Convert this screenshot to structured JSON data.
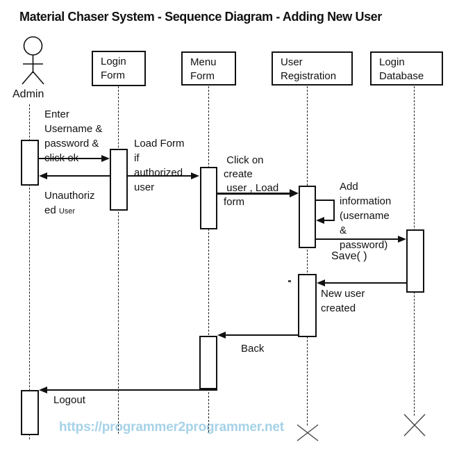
{
  "title": "Material Chaser System - Sequence Diagram - Adding New User",
  "actor": {
    "name": "Admin"
  },
  "lifelines": [
    {
      "id": "login-form",
      "label": "Login\nForm"
    },
    {
      "id": "menu-form",
      "label": "Menu\nForm"
    },
    {
      "id": "user-registration",
      "label": "User\nRegistration"
    },
    {
      "id": "login-database",
      "label": "Login\nDatabase"
    }
  ],
  "messages": [
    {
      "from": "Admin",
      "to": "Login Form",
      "label": "Enter\nUsername &\npassword &\nclick ok"
    },
    {
      "from": "Login Form",
      "to": "Admin",
      "label": "Unauthoriz\ned ",
      "label_small": "User"
    },
    {
      "from": "Login Form",
      "to": "Menu Form",
      "label": "Load Form\nif\nauthorized\nuser"
    },
    {
      "from": "Menu Form",
      "to": "User Registration",
      "label": " Click on\ncreate\n user , Load\nform"
    },
    {
      "from": "User Registration",
      "to": "User Registration",
      "label": "Add\ninformation\n(username\n&\npassword)"
    },
    {
      "from": "User Registration",
      "to": "Login Database",
      "label": "Save( )"
    },
    {
      "from": "Login Database",
      "to": "User Registration",
      "label": "New user\ncreated"
    },
    {
      "from": "User Registration",
      "to": "Menu Form",
      "label": "Back"
    },
    {
      "from": "Menu Form",
      "to": "Admin",
      "label": "Logout"
    }
  ],
  "watermark": {
    "text": "https://programmer2programmer.net",
    "color": "#a6d2e8"
  },
  "colors": {
    "line": "#111111",
    "background": "#ffffff"
  }
}
